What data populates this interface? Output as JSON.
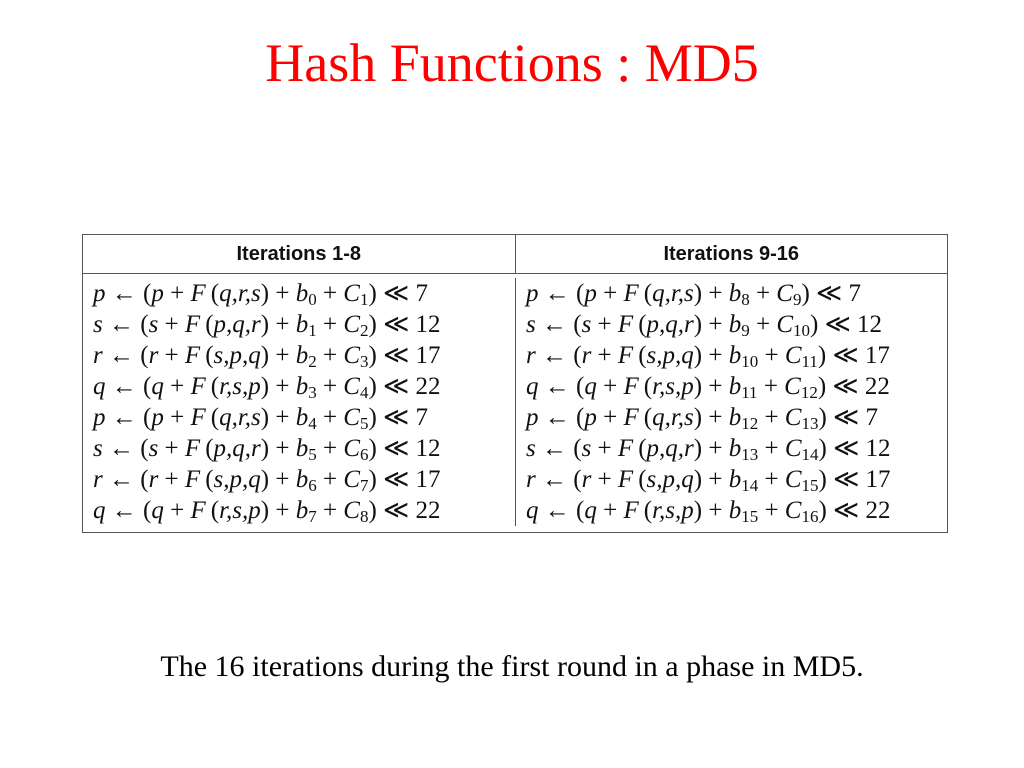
{
  "title": "Hash Functions : MD5",
  "caption": "The 16 iterations during the first round in a phase in MD5.",
  "table": {
    "headers": [
      "Iterations 1-8",
      "Iterations 9-16"
    ],
    "left": [
      {
        "target": "p",
        "args": "q,r,s",
        "b": "0",
        "c": "1",
        "shift": "7"
      },
      {
        "target": "s",
        "args": "p,q,r",
        "b": "1",
        "c": "2",
        "shift": "12"
      },
      {
        "target": "r",
        "args": "s,p,q",
        "b": "2",
        "c": "3",
        "shift": "17"
      },
      {
        "target": "q",
        "args": "r,s,p",
        "b": "3",
        "c": "4",
        "shift": "22"
      },
      {
        "target": "p",
        "args": "q,r,s",
        "b": "4",
        "c": "5",
        "shift": "7"
      },
      {
        "target": "s",
        "args": "p,q,r",
        "b": "5",
        "c": "6",
        "shift": "12"
      },
      {
        "target": "r",
        "args": "s,p,q",
        "b": "6",
        "c": "7",
        "shift": "17"
      },
      {
        "target": "q",
        "args": "r,s,p",
        "b": "7",
        "c": "8",
        "shift": "22"
      }
    ],
    "right": [
      {
        "target": "p",
        "args": "q,r,s",
        "b": "8",
        "c": "9",
        "shift": "7"
      },
      {
        "target": "s",
        "args": "p,q,r",
        "b": "9",
        "c": "10",
        "shift": "12"
      },
      {
        "target": "r",
        "args": "s,p,q",
        "b": "10",
        "c": "11",
        "shift": "17"
      },
      {
        "target": "q",
        "args": "r,s,p",
        "b": "11",
        "c": "12",
        "shift": "22"
      },
      {
        "target": "p",
        "args": "q,r,s",
        "b": "12",
        "c": "13",
        "shift": "7"
      },
      {
        "target": "s",
        "args": "p,q,r",
        "b": "13",
        "c": "14",
        "shift": "12"
      },
      {
        "target": "r",
        "args": "s,p,q",
        "b": "14",
        "c": "15",
        "shift": "17"
      },
      {
        "target": "q",
        "args": "r,s,p",
        "b": "15",
        "c": "16",
        "shift": "22"
      }
    ]
  }
}
